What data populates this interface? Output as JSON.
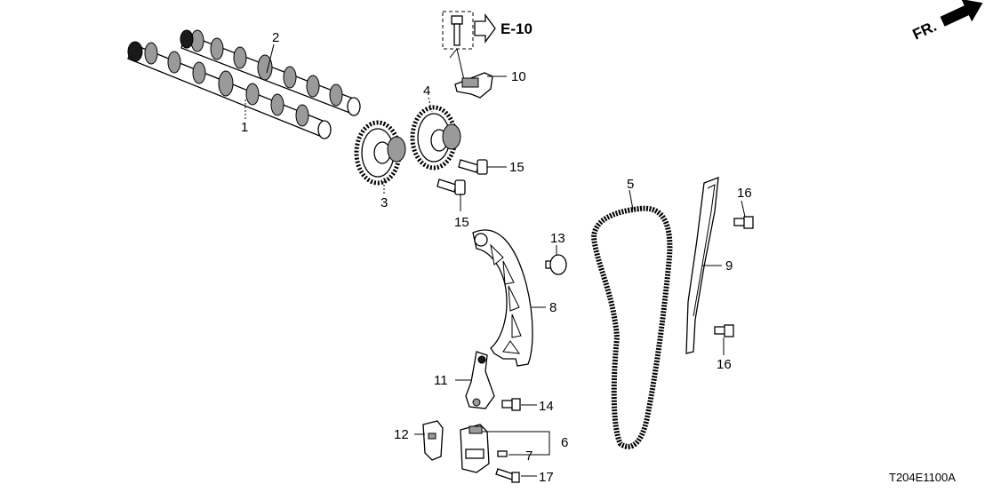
{
  "direction_label": "FR.",
  "reference_label": "E-10",
  "drawing_code": "T204E1100A",
  "callouts": [
    "1",
    "2",
    "3",
    "4",
    "5",
    "6",
    "7",
    "8",
    "9",
    "10",
    "11",
    "12",
    "13",
    "14",
    "15",
    "15",
    "16",
    "16",
    "17"
  ],
  "colors": {
    "ink": "#000000",
    "shade": "#9a9a9a",
    "paper": "#ffffff"
  },
  "icons": [
    "front-arrow-icon",
    "reference-arrow-icon"
  ]
}
